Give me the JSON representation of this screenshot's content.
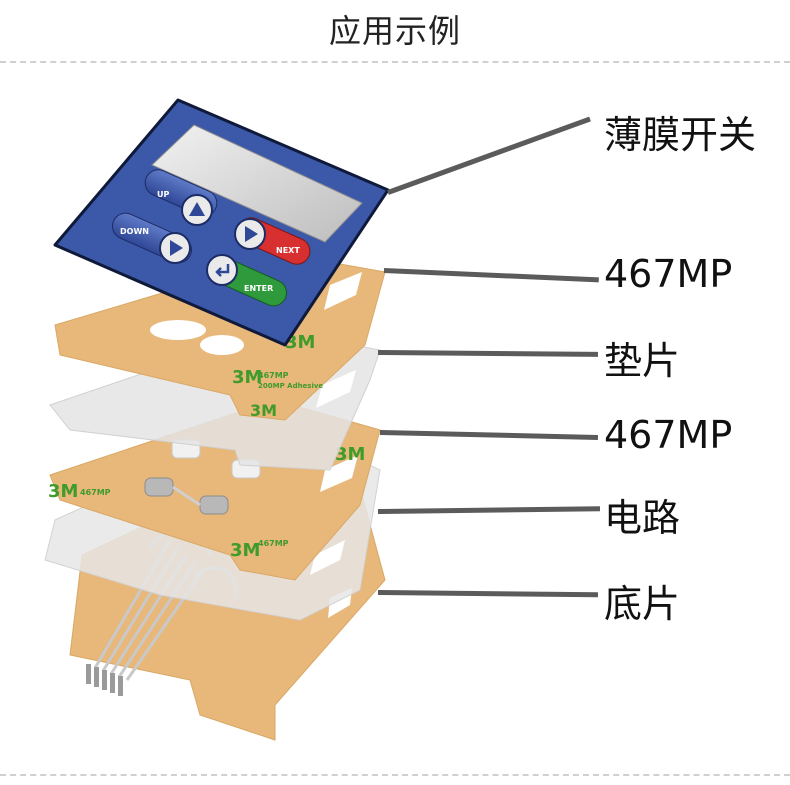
{
  "title": "应用示例",
  "layers": [
    {
      "id": "membrane",
      "label": "薄膜开关"
    },
    {
      "id": "adhesive-top",
      "label": "467MP"
    },
    {
      "id": "spacer",
      "label": "垫片"
    },
    {
      "id": "adhesive-bottom",
      "label": "467MP"
    },
    {
      "id": "circuit",
      "label": "电路"
    },
    {
      "id": "base",
      "label": "底片"
    }
  ],
  "keypad": {
    "buttons": [
      {
        "id": "up",
        "label": "UP"
      },
      {
        "id": "down",
        "label": "DOWN"
      },
      {
        "id": "next",
        "label": "NEXT"
      },
      {
        "id": "enter",
        "label": "ENTER"
      }
    ]
  },
  "adhesive_print": {
    "brand": "3M",
    "product": "467MP",
    "desc": "200MP Adhesive"
  },
  "colors": {
    "keypad_blue": "#3c58a8",
    "adhesive_tan": "#e8b77a",
    "adhesive_green": "#55b83a",
    "next_red": "#d83030",
    "enter_green": "#2e9a3c",
    "leader_gray": "#5b5b5b",
    "circuit_line": "#c0c0c0"
  }
}
